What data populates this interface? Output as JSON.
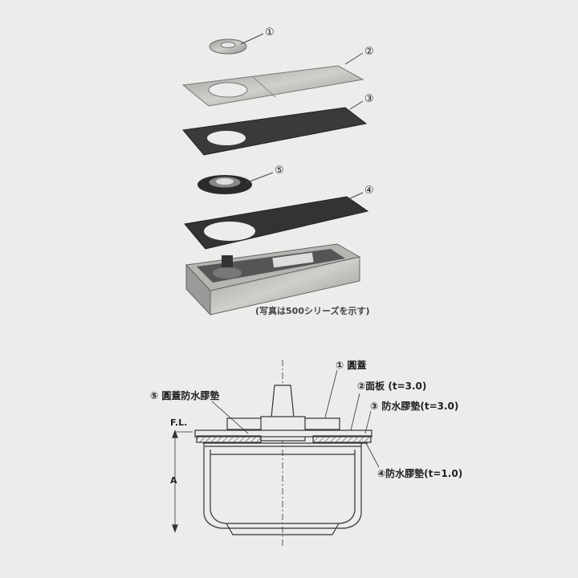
{
  "photo": {
    "caption": "(写真は500シリーズを示す)",
    "callouts": [
      "①",
      "②",
      "③",
      "⑤",
      "④"
    ]
  },
  "section": {
    "labels": [
      {
        "num": "①",
        "text": "圓蓋"
      },
      {
        "num": "②",
        "text": "面板 (t=3.0)"
      },
      {
        "num": "③",
        "text": "防水膠墊(t=3.0)"
      },
      {
        "num": "⑤",
        "text": "圓蓋防水膠墊"
      },
      {
        "num": "④",
        "text": "防水膠墊(t=1.0)"
      }
    ],
    "fl": "F.L.",
    "a": "A"
  }
}
